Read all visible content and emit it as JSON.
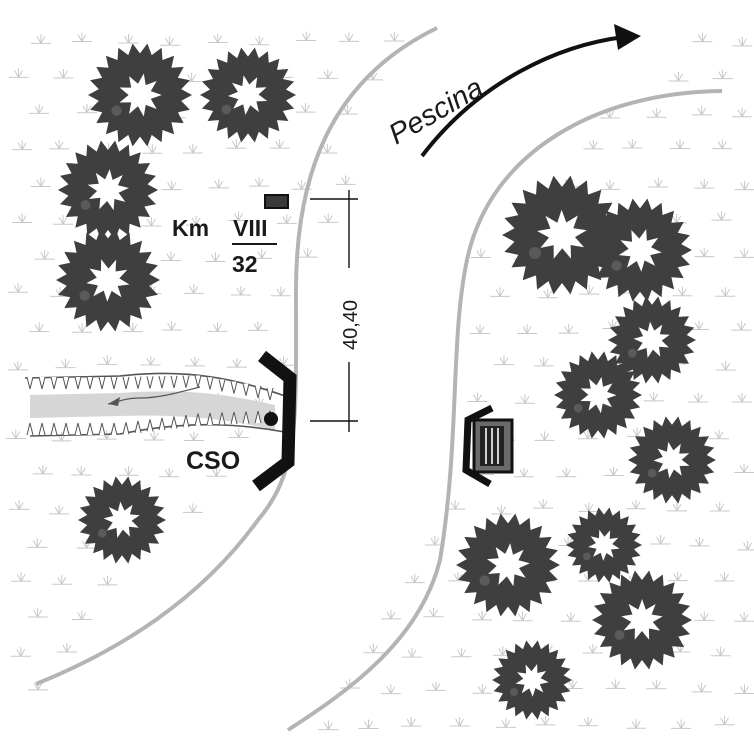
{
  "labels": {
    "river": "Pescina",
    "km": "Km",
    "km_numerator": "VIII",
    "km_denominator": "32",
    "distance": "40,40",
    "outfall": "CSO"
  },
  "colors": {
    "bank_line": "#b4b4b4",
    "tree_canopy": "#3f3f3f",
    "tree_highlight": "#ffffff",
    "ditch_water": "#d6d6d6",
    "structure": "#111111",
    "vegetation_mark": "#c8c8c8"
  },
  "icons": {
    "arrow": "flow-direction-arrow",
    "marker": "kilometre-marker-icon",
    "left_outfall": "left-bank-outfall-headwall",
    "right_outfall": "right-bank-outfall-grate"
  }
}
